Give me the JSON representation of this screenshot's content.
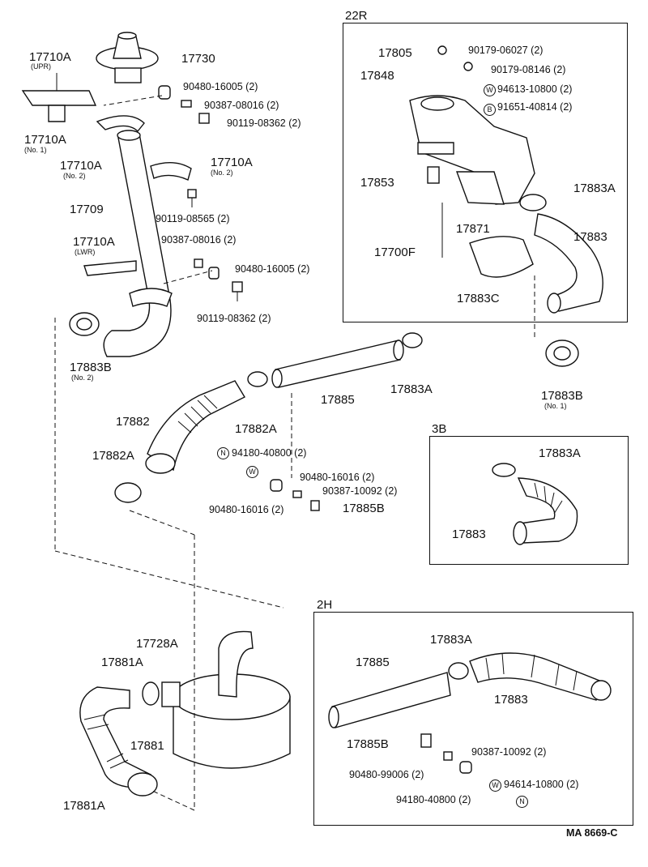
{
  "sections": {
    "s22r": "22R",
    "s3b": "3B",
    "s2h": "2H"
  },
  "main": {
    "p17710a_upr": "17710A",
    "p17710a_upr_note": "(UPR)",
    "p17730": "17730",
    "p90480_16005_top": "90480-16005 (2)",
    "p90387_08016_top": "90387-08016 (2)",
    "p90119_08362_top": "90119-08362 (2)",
    "p17710a_no1": "17710A",
    "p17710a_no1_note": "(No. 1)",
    "p17710a_no2_left": "17710A",
    "p17710a_no2_left_note": "(No. 2)",
    "p17710a_no2_right": "17710A",
    "p17710a_no2_right_note": "(No. 2)",
    "p17709": "17709",
    "p90119_08565": "90119-08565 (2)",
    "p17710a_lwr": "17710A",
    "p17710a_lwr_note": "(LWR)",
    "p90387_08016_mid": "90387-08016 (2)",
    "p90480_16005_mid": "90480-16005 (2)",
    "p90119_08362_mid": "90119-08362 (2)",
    "p17883b_no2": "17883B",
    "p17883b_no2_note": "(No. 2)",
    "p17885": "17885",
    "p17883a_mid": "17883A",
    "p17882": "17882",
    "p17882a_right": "17882A",
    "p17882a_left": "17882A",
    "p94180_40800": "94180-40800 (2)",
    "p90480_16016_a": "90480-16016 (2)",
    "p90387_10092": "90387-10092 (2)",
    "p90480_16016_b": "90480-16016 (2)",
    "p17885b": "17885B",
    "p17728a": "17728A",
    "p17881a_top": "17881A",
    "p17881": "17881",
    "p17881a_bottom": "17881A"
  },
  "box22r": {
    "p17805": "17805",
    "p17848": "17848",
    "p90179_06027": "90179-06027 (2)",
    "p90179_08146": "90179-08146 (2)",
    "p94613_10800": "94613-10800 (2)",
    "p91651_40814": "91651-40814 (2)",
    "p17853": "17853",
    "p17883a": "17883A",
    "p17871": "17871",
    "p17883": "17883",
    "p17700f": "17700F",
    "p17883c": "17883C"
  },
  "outside": {
    "p17883b_no1": "17883B",
    "p17883b_no1_note": "(No. 1)"
  },
  "box3b": {
    "p17883a": "17883A",
    "p17883": "17883"
  },
  "box2h": {
    "p17883a": "17883A",
    "p17885": "17885",
    "p17883": "17883",
    "p17885b": "17885B",
    "p90387_10092": "90387-10092 (2)",
    "p90480_99006": "90480-99006 (2)",
    "p94614_10800": "94614-10800 (2)",
    "p94180_40800": "94180-40800 (2)"
  },
  "symbols": {
    "n": "N",
    "w": "W",
    "b": "B"
  },
  "footer": {
    "code": "MA 8669-C"
  }
}
